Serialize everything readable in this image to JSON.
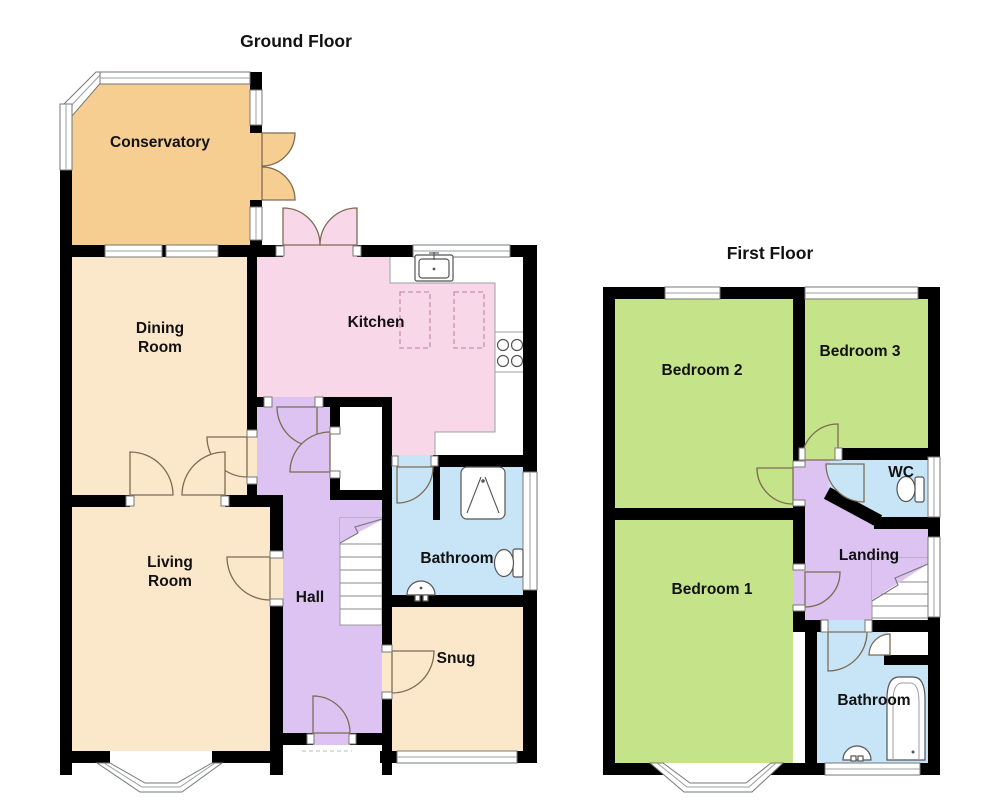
{
  "page": {
    "background": "#ffffff"
  },
  "palette": {
    "wall": "#000000",
    "conservatory_fill": "#f6ce92",
    "cream_room_fill": "#fbe8cb",
    "kitchen_fill": "#f8d7e8",
    "hall_landing_fill": "#dcc3f1",
    "bathroom_wc_fill": "#c8e5f8",
    "bedroom_fill": "#c5e489",
    "door_swing_line": "#7d6b54",
    "glazing_line": "#888888"
  },
  "ground_floor": {
    "title": "Ground Floor",
    "rooms": {
      "conservatory": "Conservatory",
      "dining_room": {
        "line1": "Dining",
        "line2": "Room"
      },
      "kitchen": "Kitchen",
      "living_room": {
        "line1": "Living",
        "line2": "Room"
      },
      "hall": "Hall",
      "bathroom": "Bathroom",
      "snug": "Snug"
    }
  },
  "first_floor": {
    "title": "First Floor",
    "rooms": {
      "bedroom2": "Bedroom 2",
      "bedroom3": "Bedroom 3",
      "bedroom1": "Bedroom 1",
      "wc": "WC",
      "landing": "Landing",
      "bathroom": "Bathroom"
    }
  }
}
